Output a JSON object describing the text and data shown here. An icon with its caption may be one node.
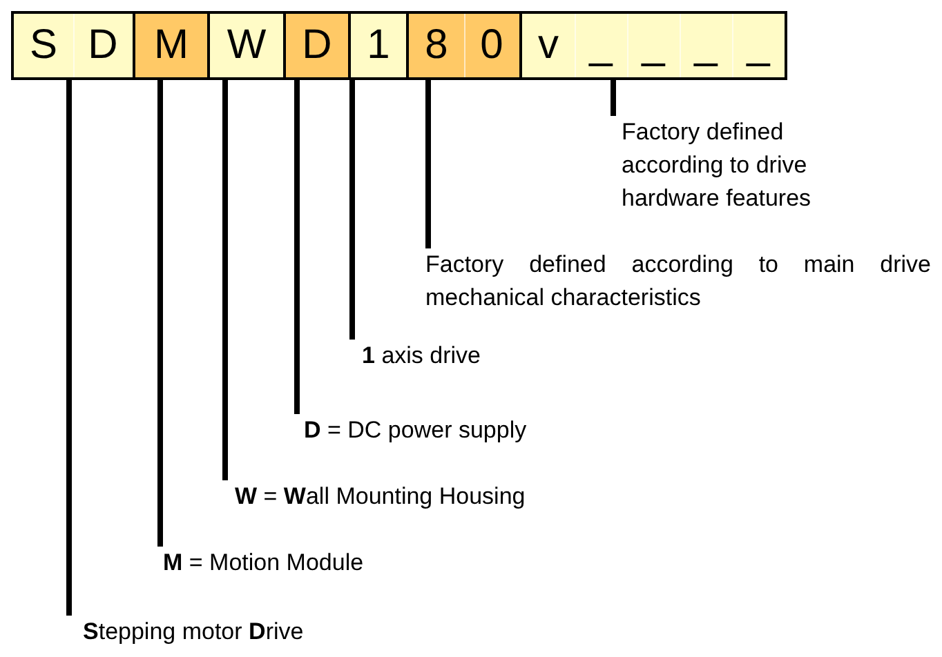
{
  "diagram": {
    "nodes": [
      {
        "text": [
          "S",
          "D"
        ]
      },
      {
        "text": [
          "M"
        ]
      },
      {
        "text": [
          "W"
        ]
      },
      {
        "text": [
          "D"
        ]
      },
      {
        "text": [
          "1"
        ]
      },
      {
        "text": [
          "8",
          "0"
        ]
      },
      {
        "text": [
          "v",
          "_",
          "_",
          "_",
          "_"
        ]
      },
      {
        "text": [
          "Factory defined according to drive hardware features"
        ]
      },
      {
        "text": [
          "Factory defined according to main drive mechanical characteristics"
        ]
      },
      {
        "text": [
          "**1** axis drive"
        ]
      },
      {
        "text": [
          "**D** = DC power supply"
        ]
      },
      {
        "text": [
          "**W** = **W**all Mounting Housing"
        ]
      },
      {
        "text": [
          "**M** = Motion Module"
        ]
      },
      {
        "text": [
          "**S**tepping motor **D**rive"
        ]
      }
    ],
    "edges": [
      {
        "from": 7,
        "to": 6,
        "arrow": "none"
      },
      {
        "from": 8,
        "to": 5,
        "arrow": "none"
      },
      {
        "from": 9,
        "to": 4,
        "arrow": "none"
      },
      {
        "from": 10,
        "to": 3,
        "arrow": "none"
      },
      {
        "from": 11,
        "to": 2,
        "arrow": "none"
      },
      {
        "from": 12,
        "to": 1,
        "arrow": "none"
      },
      {
        "from": 13,
        "to": 0,
        "arrow": "none"
      }
    ]
  }
}
